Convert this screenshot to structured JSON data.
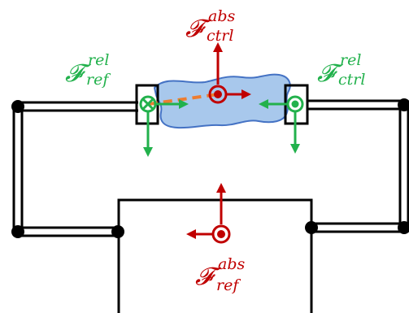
{
  "labels": {
    "ctrl_abs": {
      "script": "𝓕",
      "sup": "abs",
      "sub": "ctrl"
    },
    "ref_rel": {
      "script": "𝓕",
      "sup": "rel",
      "sub": "ref"
    },
    "ctrl_rel": {
      "script": "𝓕",
      "sup": "rel",
      "sub": "ctrl"
    },
    "ref_abs": {
      "script": "𝓕",
      "sup": "abs",
      "sub": "ref"
    }
  },
  "colors": {
    "abs_frame": "#c00000",
    "rel_frame": "#22b14c",
    "relation_line": "#ed7d31",
    "object_fill": "#a8c8ec",
    "object_stroke": "#4472c4",
    "structure": "#000000"
  }
}
